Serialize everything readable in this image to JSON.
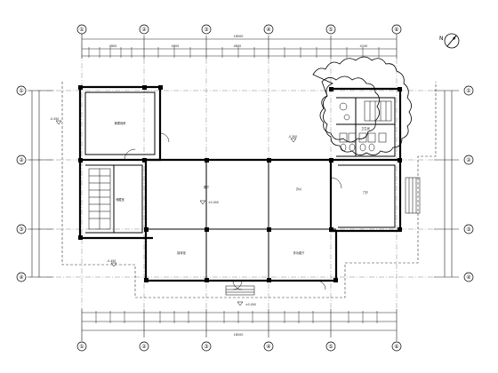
{
  "north_label": "N",
  "grid_top": [
    "①",
    "②",
    "③",
    "④",
    "⑤",
    "⑥"
  ],
  "grid_left": [
    "①",
    "②",
    "③",
    "④"
  ],
  "dims": {
    "top_total": "18500",
    "bottom_total": "18500",
    "top_span_1": "4800",
    "top_span_2": "4800",
    "top_span_3": "4800",
    "top_span_4": "4100"
  },
  "rooms": [
    {
      "key": "r1",
      "label": "管理用房"
    },
    {
      "key": "r2",
      "label": "储藏室"
    },
    {
      "key": "r3",
      "label": "展厅"
    },
    {
      "key": "r4",
      "label": "办公"
    },
    {
      "key": "r5",
      "label": "卫生间"
    },
    {
      "key": "r6",
      "label": "门厅"
    },
    {
      "key": "r7",
      "label": "接待室"
    },
    {
      "key": "r8",
      "label": "多功能厅"
    }
  ],
  "levels": {
    "l1": "±0.000",
    "l2": "-0.450",
    "l3": "-0.300",
    "l4": "-0.450",
    "l5": "±0.000"
  }
}
